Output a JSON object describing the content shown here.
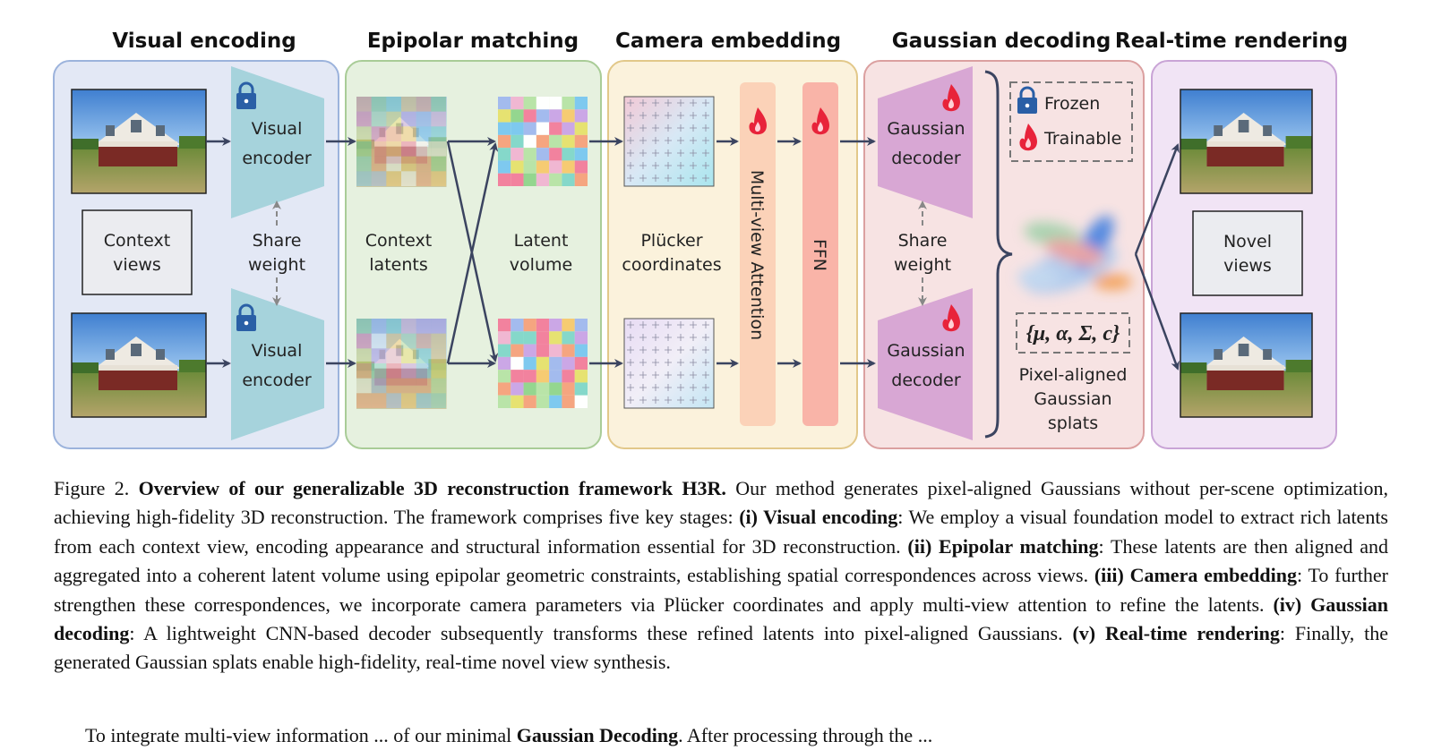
{
  "stages": {
    "visual_encoding": "Visual encoding",
    "epipolar_matching": "Epipolar matching",
    "camera_embedding": "Camera embedding",
    "gaussian_decoding": "Gaussian decoding",
    "realtime_rendering": "Real-time rendering"
  },
  "labels": {
    "visual_encoder_line1": "Visual",
    "visual_encoder_line2": "encoder",
    "context_views_line1": "Context",
    "context_views_line2": "views",
    "share_line1": "Share",
    "share_line2": "weight",
    "context_latents_line1": "Context",
    "context_latents_line2": "latents",
    "latent_volume_line1": "Latent",
    "latent_volume_line2": "volume",
    "plucker_line1": "Plücker",
    "plucker_line2": "coordinates",
    "mva": "Multi-view Attention",
    "ffn": "FFN",
    "gaussian_decoder_line1": "Gaussian",
    "gaussian_decoder_line2": "decoder",
    "frozen": "Frozen",
    "trainable": "Trainable",
    "params": "{μ, α, Σ, c}",
    "splats_line1": "Pixel-aligned",
    "splats_line2": "Gaussian",
    "splats_line3": "splats",
    "novel_views_line1": "Novel",
    "novel_views_line2": "views"
  },
  "colors": {
    "visual_bg": "#e3e8f5",
    "epipolar_bg": "#e6f1df",
    "camera_bg": "#fbf2dc",
    "gaussian_bg": "#f7e3e3",
    "rendering_bg": "#f1e4f5",
    "encoder": "#a6d3dc",
    "decoder": "#d8a7d4",
    "arrow": "#3b4460"
  },
  "caption": {
    "fig_label": "Figure 2.",
    "title": "Overview of our generalizable 3D reconstruction framework H3R.",
    "intro": " Our method generates pixel-aligned Gaussians without per-scene optimization, achieving high-fidelity 3D reconstruction. The framework comprises five key stages: ",
    "s1_head": "(i) Visual encoding",
    "s1_text": ": We employ a visual foundation model to extract rich latents from each context view, encoding appearance and structural information essential for 3D reconstruction. ",
    "s2_head": "(ii) Epipolar matching",
    "s2_text": ": These latents are then aligned and aggregated into a coherent latent volume using epipolar geometric constraints, establishing spatial correspondences across views. ",
    "s3_head": "(iii) Camera embedding",
    "s3_text": ": To further strengthen these correspondences, we incorporate camera parameters via Plücker coordinates and apply multi-view attention to refine the latents. ",
    "s4_head": "(iv) Gaussian decoding",
    "s4_text": ": A lightweight CNN-based decoder subsequently transforms these refined latents into pixel-aligned Gaussians. ",
    "s5_head": "(v) Real-time rendering",
    "s5_text": ": Finally, the generated Gaussian splats enable high-fidelity, real-time novel view synthesis."
  },
  "body_text": {
    "start": "To integrate multi-view information ... of our minimal ",
    "bold": "Gaussian Decoding",
    "end": ". After processing through the ..."
  }
}
